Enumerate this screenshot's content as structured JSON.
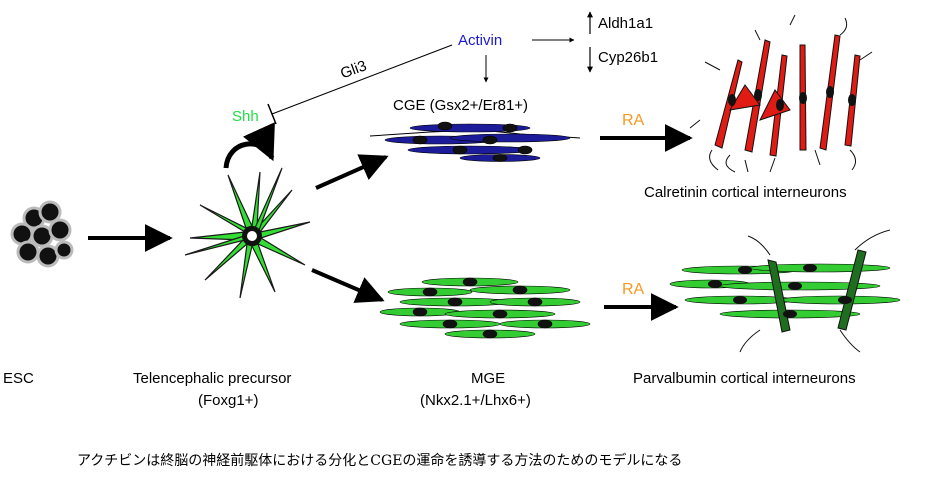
{
  "nodes": {
    "esc": "ESC",
    "telencephalic": "Telencephalic precursor",
    "telencephalic_marker": "(Foxg1+)",
    "cge": "CGE (Gsx2+/Er81+)",
    "mge": "MGE",
    "mge_marker": "(Nkx2.1+/Lhx6+)",
    "calretinin": "Calretinin cortical interneurons",
    "parvalbumin": "Parvalbumin cortical interneurons"
  },
  "signals": {
    "activin": "Activin",
    "shh": "Shh",
    "gli3": "Gli3",
    "ra_top": "RA",
    "ra_bottom": "RA"
  },
  "genes": {
    "up": "Aldh1a1",
    "down": "Cyp26b1"
  },
  "caption": "アクチビンは終脳の神経前駆体における分化とCGEの運命を誘導する方法のためのモデルになる",
  "colors": {
    "activin": "#1a1acc",
    "shh": "#22dd44",
    "ra": "#f59a23",
    "cge_cells": "#1c1c9a",
    "mge_cells": "#33cc33",
    "calretinin_cells": "#e01b14",
    "parvalbumin_cells": "#33cc33"
  }
}
